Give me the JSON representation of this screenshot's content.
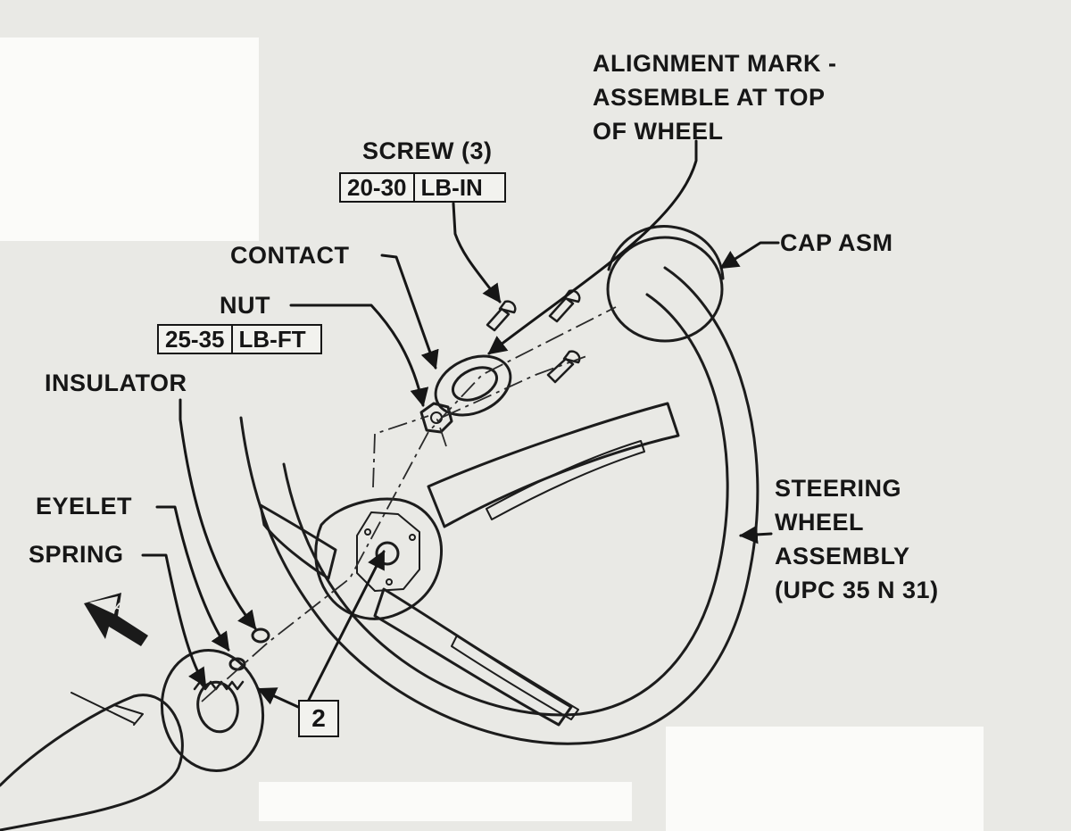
{
  "figure": {
    "labels": {
      "alignment_mark": [
        "ALIGNMENT MARK -",
        "ASSEMBLE AT TOP",
        "OF WHEEL"
      ],
      "screw": "SCREW (3)",
      "cap_asm": "CAP ASM",
      "contact": "CONTACT",
      "nut": "NUT",
      "insulator": "INSULATOR",
      "eyelet": "EYELET",
      "spring": "SPRING",
      "steering_wheel": [
        "STEERING",
        "WHEEL",
        "ASSEMBLY",
        "(UPC 35 N 31)"
      ]
    },
    "torque_specs": {
      "screw": {
        "value": "20-30",
        "unit": "LB-IN"
      },
      "nut": {
        "value": "25-35",
        "unit": "LB-FT"
      }
    },
    "callout_ref": "2",
    "view_arrow_letter": "A"
  }
}
